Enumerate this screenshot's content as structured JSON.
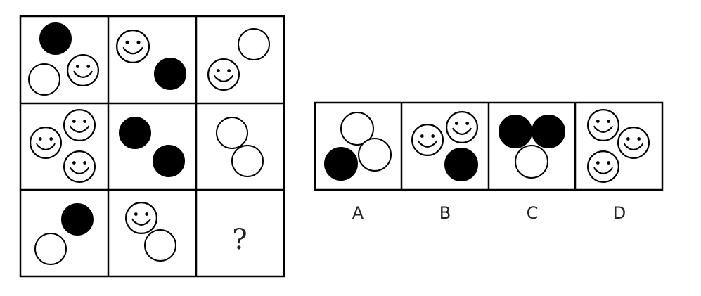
{
  "question_mark": "?",
  "options": [
    {
      "label": "A"
    },
    {
      "label": "B"
    },
    {
      "label": "C"
    },
    {
      "label": "D"
    }
  ],
  "colors": {
    "stroke": "#000000",
    "fill_black": "#000000",
    "fill_white": "#ffffff"
  }
}
